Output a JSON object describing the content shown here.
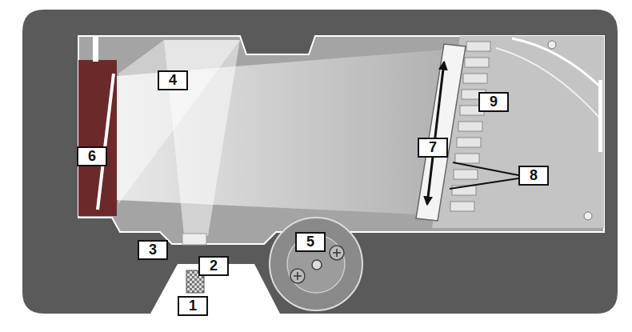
{
  "diagram": {
    "labels": [
      "4",
      "9",
      "6",
      "7",
      "8",
      "5",
      "3",
      "2",
      "1"
    ]
  }
}
